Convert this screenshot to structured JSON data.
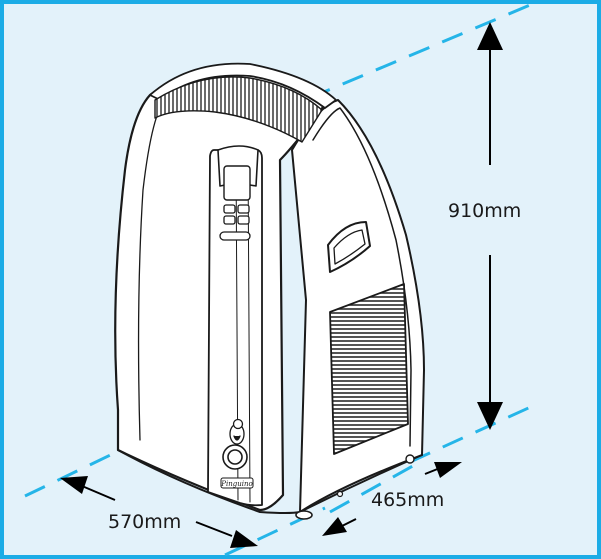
{
  "colors": {
    "panel_background": "#e3f2fa",
    "panel_border": "#1bace6",
    "guide_line": "#25b5e8",
    "arrow": "#000000",
    "unit_body": "#ffffff",
    "unit_outline": "#1a1a1a"
  },
  "dimensions": {
    "height": {
      "label": "910mm"
    },
    "width": {
      "label": "570mm"
    },
    "depth": {
      "label": "465mm"
    }
  },
  "product": {
    "brand_mark": "Pinguino",
    "icons": [
      "penguin-logo-icon",
      "power-knob-icon",
      "carry-handle-icon",
      "control-panel-icon"
    ]
  }
}
